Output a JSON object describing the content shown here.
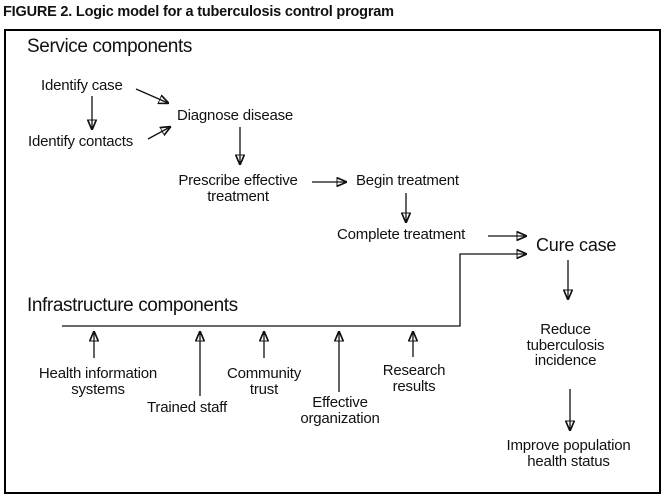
{
  "title": "FIGURE 2. Logic model for a tuberculosis control program",
  "colors": {
    "ink": "#111111",
    "background": "#ffffff",
    "border": "#000000"
  },
  "diagram": {
    "type": "logic-model-flowchart",
    "section_headings": {
      "service": "Service components",
      "infrastructure": "Infrastructure components"
    },
    "nodes": {
      "identify_case": "Identify case",
      "identify_contacts": "Identify contacts",
      "diagnose_disease": "Diagnose disease",
      "prescribe_effective_treatment": "Prescribe effective\ntreatment",
      "begin_treatment": "Begin treatment",
      "complete_treatment": "Complete treatment",
      "cure_case": "Cure case",
      "reduce_tuberculosis_incidence": "Reduce\ntuberculosis\nincidence",
      "improve_population_health_status": "Improve population\nhealth status",
      "health_information_systems": "Health information\nsystems",
      "trained_staff": "Trained staff",
      "community_trust": "Community\ntrust",
      "effective_organization": "Effective\norganization",
      "research_results": "Research\nresults"
    },
    "edges": [
      {
        "from": "Identify case",
        "to": "Identify contacts"
      },
      {
        "from": "Identify case",
        "to": "Diagnose disease"
      },
      {
        "from": "Identify contacts",
        "to": "Diagnose disease"
      },
      {
        "from": "Diagnose disease",
        "to": "Prescribe effective treatment"
      },
      {
        "from": "Prescribe effective treatment",
        "to": "Begin treatment"
      },
      {
        "from": "Begin treatment",
        "to": "Complete treatment"
      },
      {
        "from": "Complete treatment",
        "to": "Cure case"
      },
      {
        "from": "Infrastructure components bar",
        "to": "Cure case"
      },
      {
        "from": "Cure case",
        "to": "Reduce tuberculosis incidence"
      },
      {
        "from": "Reduce tuberculosis incidence",
        "to": "Improve population health status"
      },
      {
        "from": "Health information systems",
        "to": "Infrastructure components bar"
      },
      {
        "from": "Trained staff",
        "to": "Infrastructure components bar"
      },
      {
        "from": "Community trust",
        "to": "Infrastructure components bar"
      },
      {
        "from": "Effective organization",
        "to": "Infrastructure components bar"
      },
      {
        "from": "Research results",
        "to": "Infrastructure components bar"
      }
    ]
  }
}
